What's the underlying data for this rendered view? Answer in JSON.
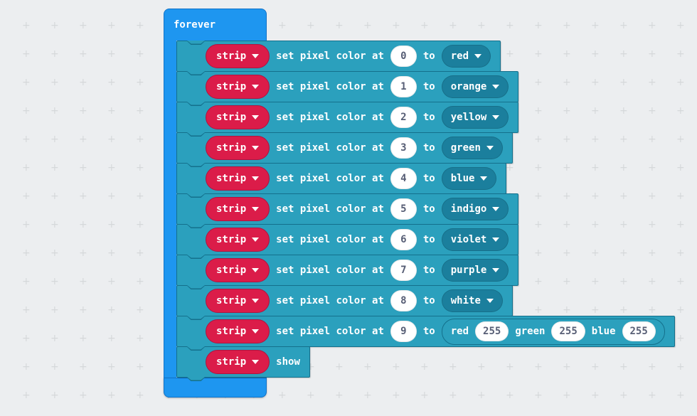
{
  "theme": {
    "background": "#eceef0",
    "grid_cross": "#d5d8da",
    "loop_blue": "#1e96f0",
    "loop_blue_border": "#1173c8",
    "neopixel_teal": "#2ba0bd",
    "neopixel_teal_border": "#14708c",
    "dropdown_teal": "#1b7f9d",
    "variable_red": "#db1c49",
    "variable_red_border": "#ad1440",
    "field_text": "#575e75"
  },
  "forever_block": {
    "label": "forever"
  },
  "rows": [
    {
      "variable": "strip",
      "action": "set pixel color at",
      "index": "0",
      "to": "to",
      "color": "red"
    },
    {
      "variable": "strip",
      "action": "set pixel color at",
      "index": "1",
      "to": "to",
      "color": "orange"
    },
    {
      "variable": "strip",
      "action": "set pixel color at",
      "index": "2",
      "to": "to",
      "color": "yellow"
    },
    {
      "variable": "strip",
      "action": "set pixel color at",
      "index": "3",
      "to": "to",
      "color": "green"
    },
    {
      "variable": "strip",
      "action": "set pixel color at",
      "index": "4",
      "to": "to",
      "color": "blue"
    },
    {
      "variable": "strip",
      "action": "set pixel color at",
      "index": "5",
      "to": "to",
      "color": "indigo"
    },
    {
      "variable": "strip",
      "action": "set pixel color at",
      "index": "6",
      "to": "to",
      "color": "violet"
    },
    {
      "variable": "strip",
      "action": "set pixel color at",
      "index": "7",
      "to": "to",
      "color": "purple"
    },
    {
      "variable": "strip",
      "action": "set pixel color at",
      "index": "8",
      "to": "to",
      "color": "white"
    },
    {
      "variable": "strip",
      "action": "set pixel color at",
      "index": "9",
      "to": "to",
      "rgb": {
        "red_label": "red",
        "red": "255",
        "green_label": "green",
        "green": "255",
        "blue_label": "blue",
        "blue": "255"
      }
    },
    {
      "variable": "strip",
      "action": "show"
    }
  ]
}
